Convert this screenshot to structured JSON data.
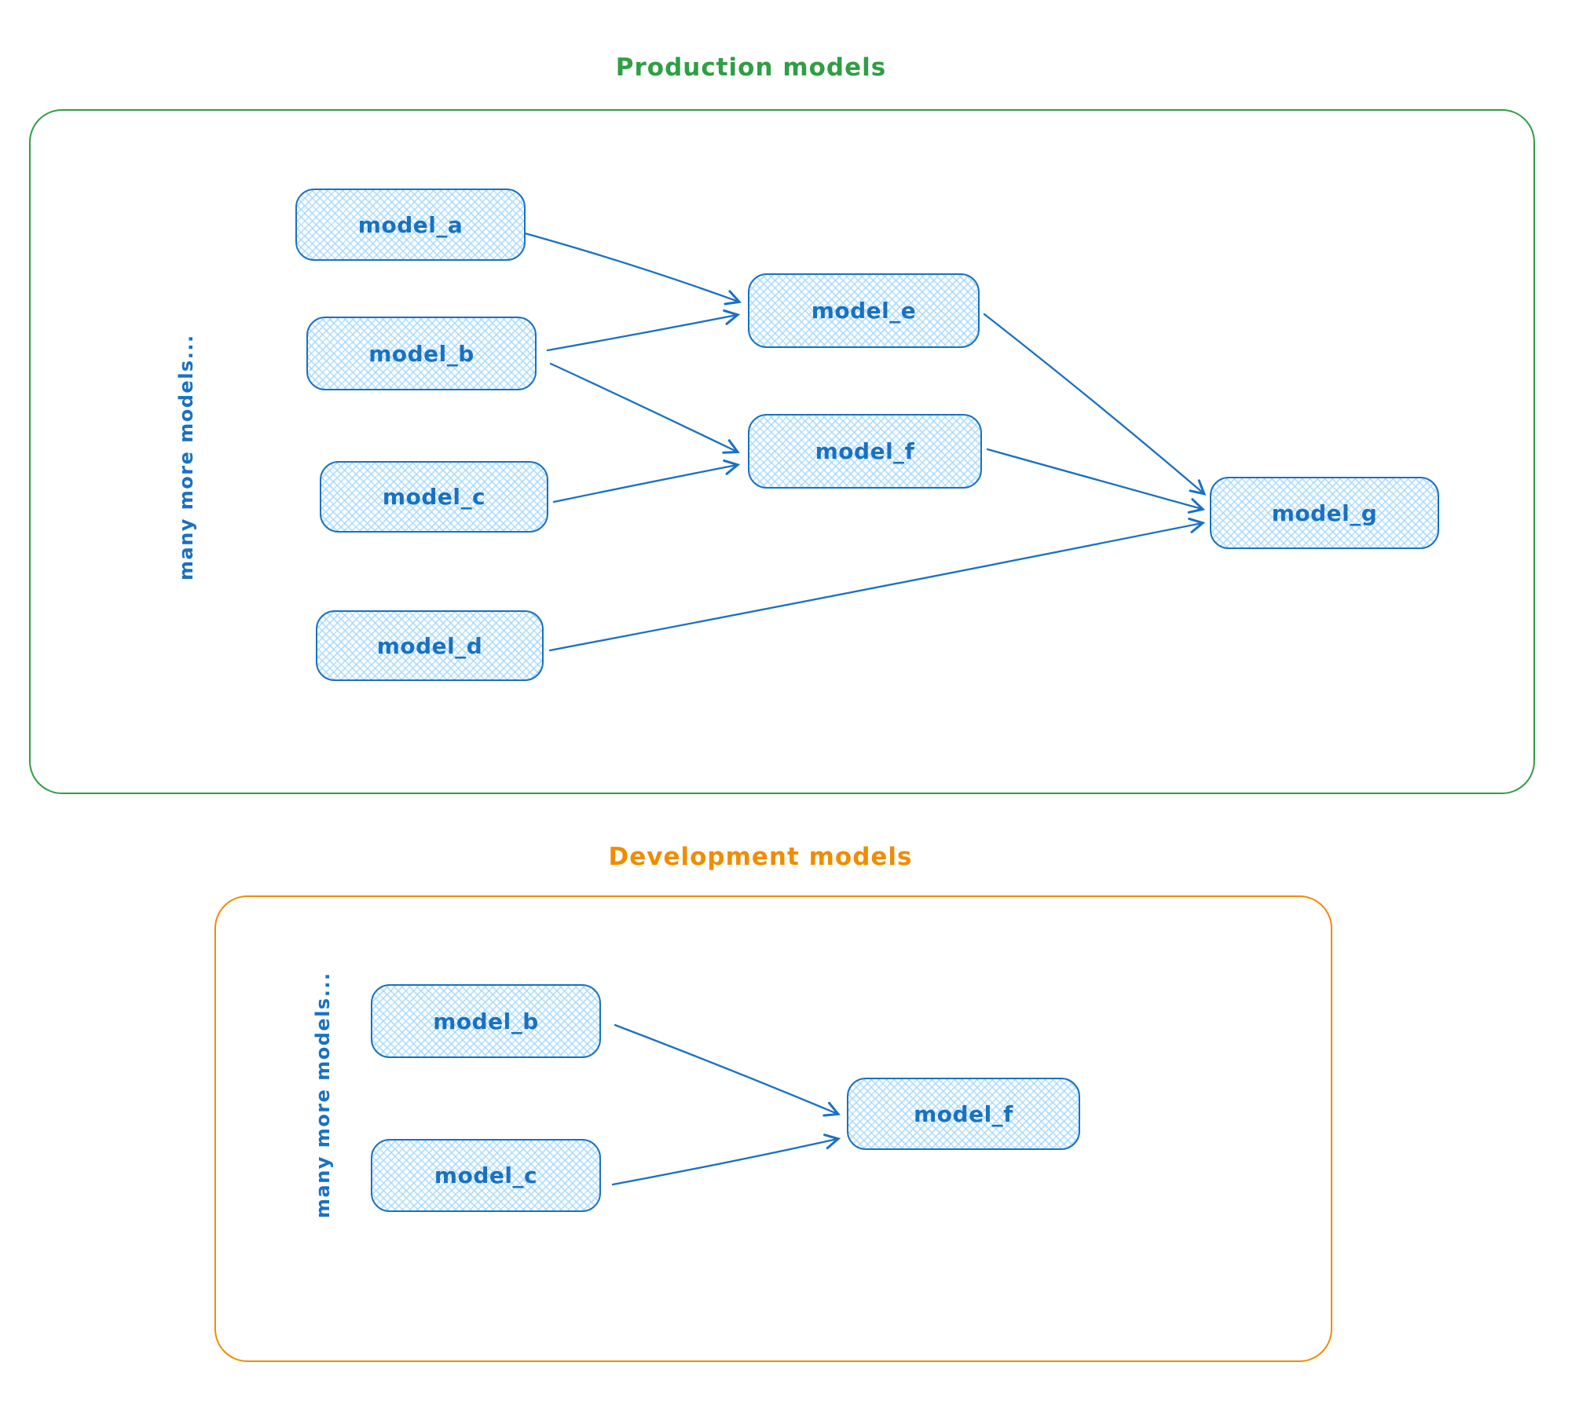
{
  "colors": {
    "node_stroke": "#1971c2",
    "node_fill_hatch": "#a5d8ff",
    "production_frame": "#2f9e44",
    "development_frame": "#f08c00"
  },
  "sections": {
    "production": {
      "title": "Production models",
      "note": "many more models...",
      "nodes": {
        "a": {
          "label": "model_a"
        },
        "b": {
          "label": "model_b"
        },
        "c": {
          "label": "model_c"
        },
        "d": {
          "label": "model_d"
        },
        "e": {
          "label": "model_e"
        },
        "f": {
          "label": "model_f"
        },
        "g": {
          "label": "model_g"
        }
      },
      "edges": [
        {
          "from": "model_a",
          "to": "model_e"
        },
        {
          "from": "model_b",
          "to": "model_e"
        },
        {
          "from": "model_b",
          "to": "model_f"
        },
        {
          "from": "model_c",
          "to": "model_f"
        },
        {
          "from": "model_e",
          "to": "model_g"
        },
        {
          "from": "model_f",
          "to": "model_g"
        },
        {
          "from": "model_d",
          "to": "model_g"
        }
      ]
    },
    "development": {
      "title": "Development models",
      "note": "many more models...",
      "nodes": {
        "b": {
          "label": "model_b"
        },
        "c": {
          "label": "model_c"
        },
        "f": {
          "label": "model_f"
        }
      },
      "edges": [
        {
          "from": "model_b",
          "to": "model_f"
        },
        {
          "from": "model_c",
          "to": "model_f"
        }
      ]
    }
  }
}
